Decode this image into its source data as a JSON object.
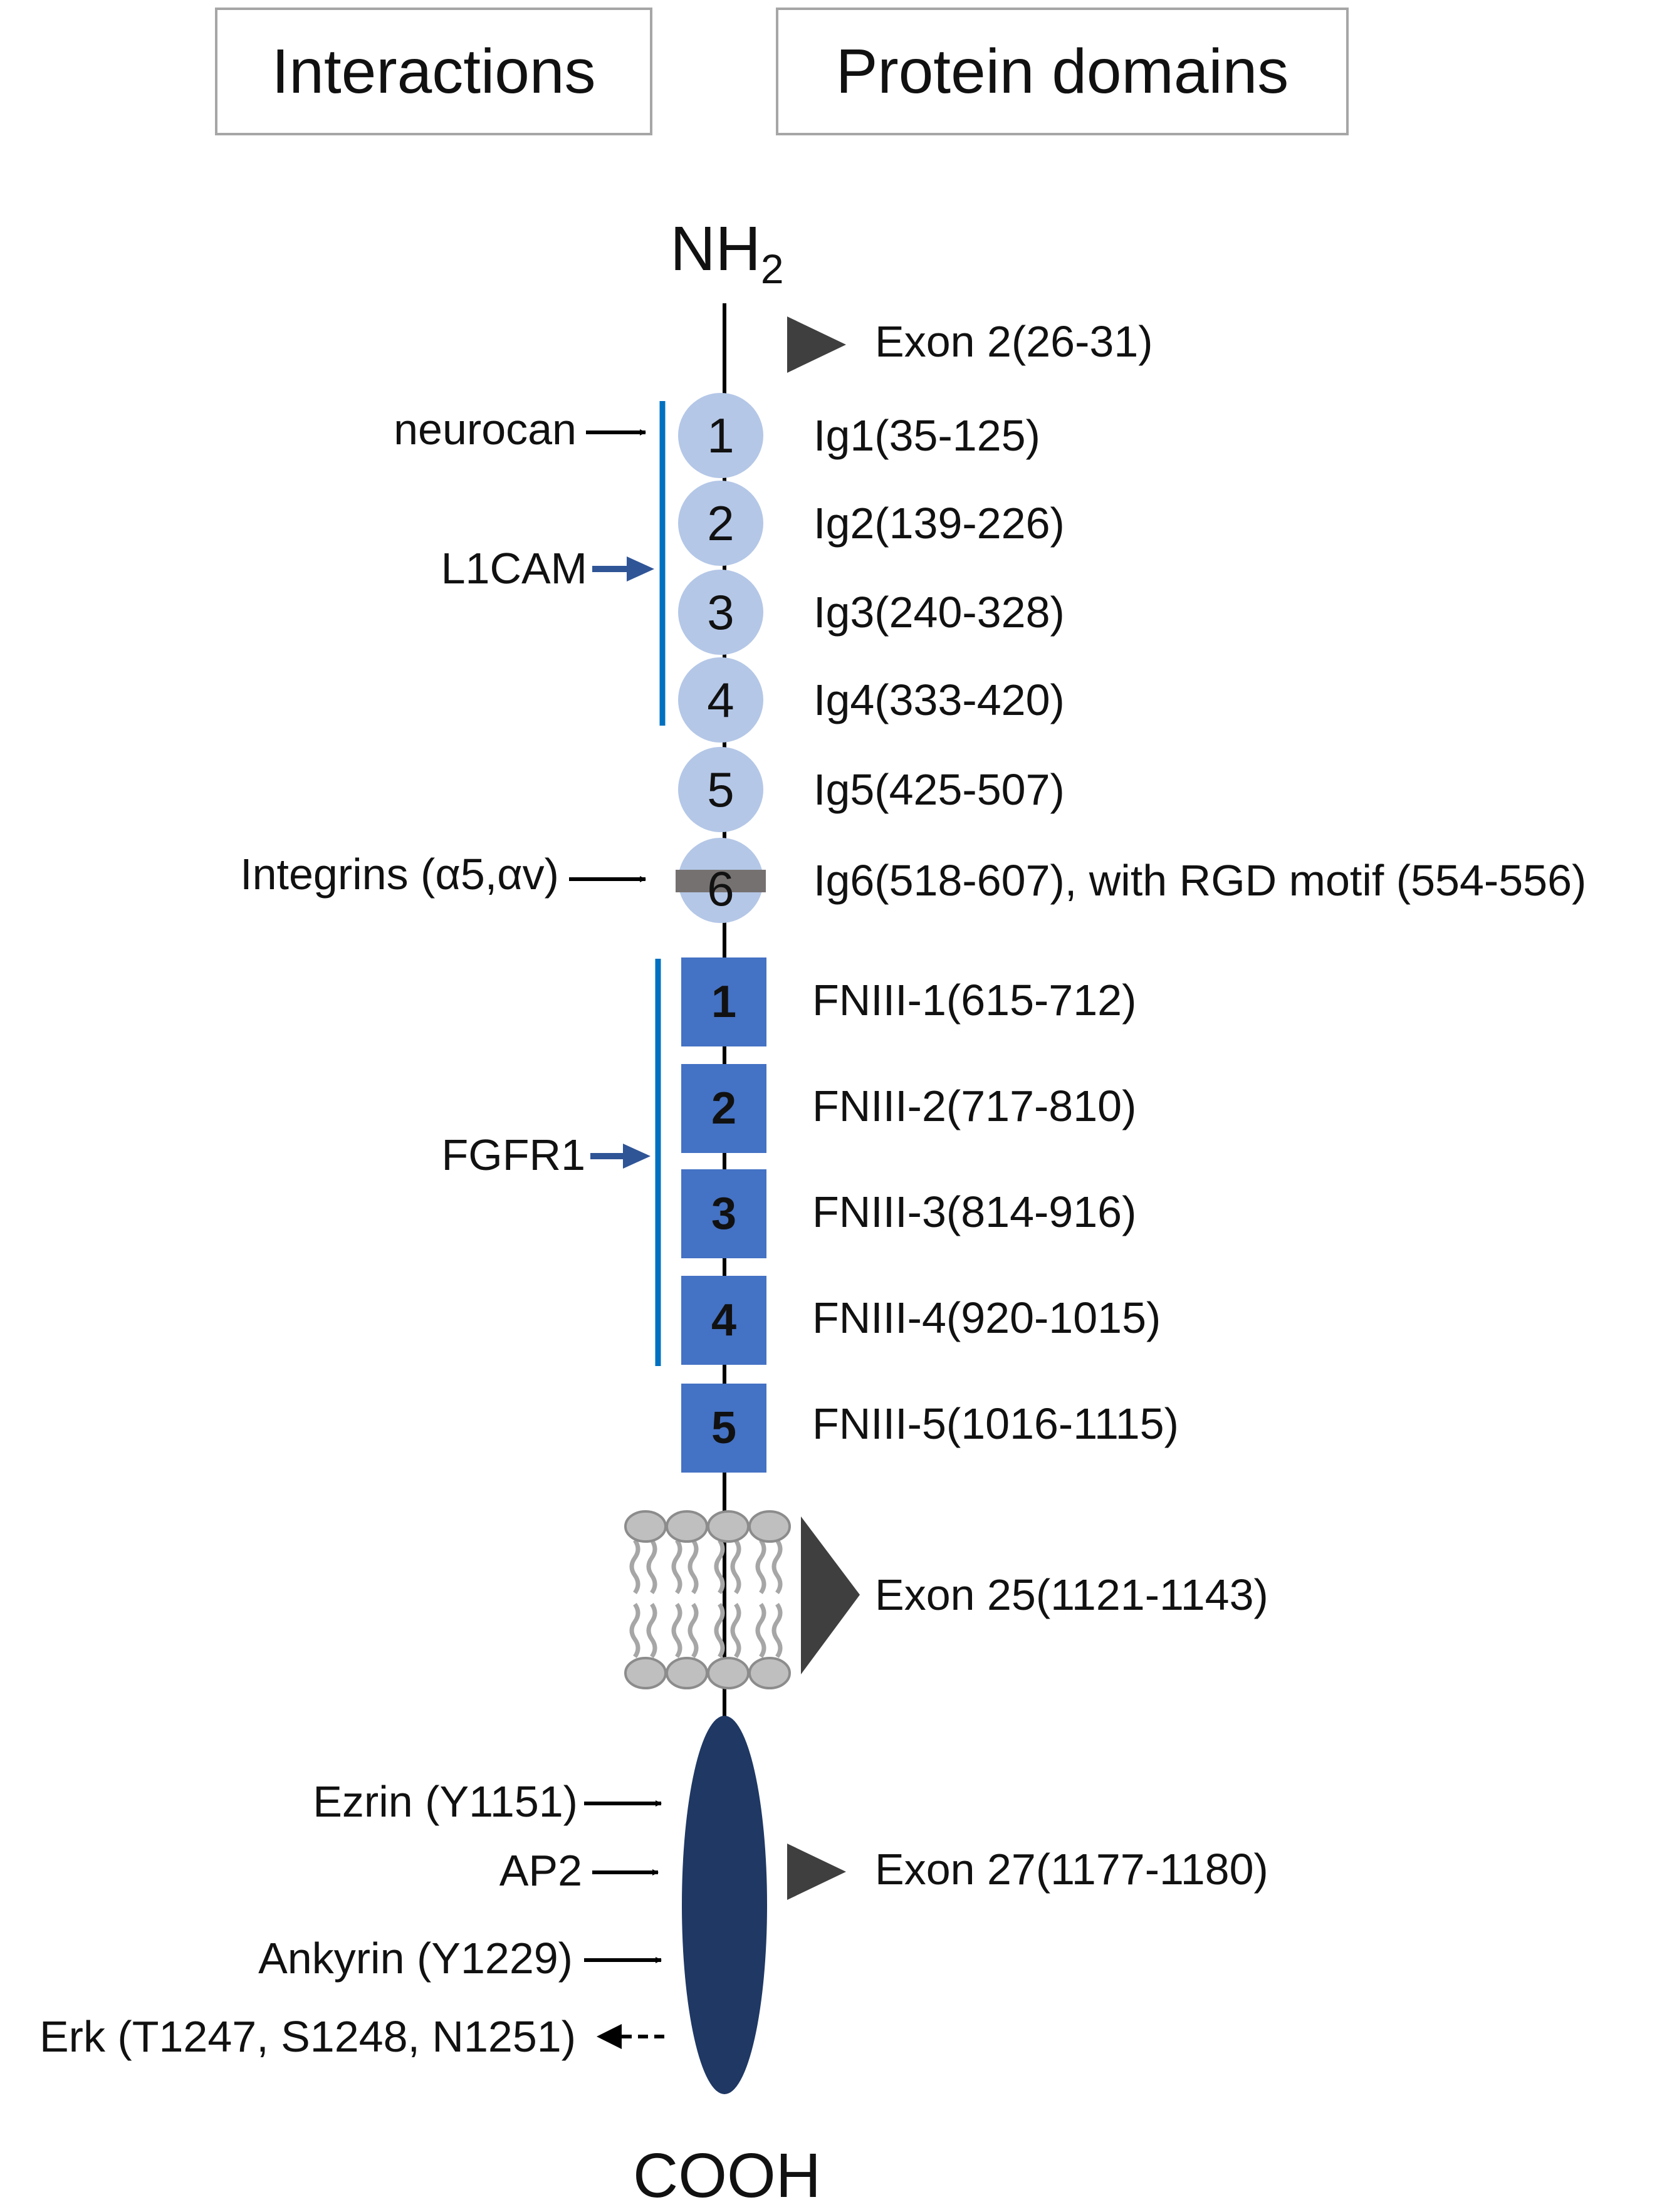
{
  "headers": {
    "interactions": "Interactions",
    "protein_domains": "Protein domains"
  },
  "termini": {
    "n_main": "NH",
    "n_sub": "2",
    "c": "COOH"
  },
  "exons": {
    "exon2": "Exon 2(26-31)",
    "exon25": "Exon 25(1121-1143)",
    "exon27": "Exon 27(1177-1180)"
  },
  "ig_domains": [
    {
      "number": "1",
      "label": "Ig1(35-125)"
    },
    {
      "number": "2",
      "label": "Ig2(139-226)"
    },
    {
      "number": "3",
      "label": "Ig3(240-328)"
    },
    {
      "number": "4",
      "label": "Ig4(333-420)"
    },
    {
      "number": "5",
      "label": "Ig5(425-507)"
    },
    {
      "number": "6",
      "label": "Ig6(518-607), with RGD motif (554-556)"
    }
  ],
  "fn_domains": [
    {
      "number": "1",
      "label": "FNIII-1(615-712)"
    },
    {
      "number": "2",
      "label": "FNIII-2(717-810)"
    },
    {
      "number": "3",
      "label": "FNIII-3(814-916)"
    },
    {
      "number": "4",
      "label": "FNIII-4(920-1015)"
    },
    {
      "number": "5",
      "label": "FNIII-5(1016-1115)"
    }
  ],
  "interactions": {
    "neurocan": "neurocan",
    "l1cam": "L1CAM",
    "integrins": "Integrins (α5,αv)",
    "fgfr1": "FGFR1",
    "ezrin": "Ezrin (Y1151)",
    "ap2": "AP2",
    "ankyrin": "Ankyrin (Y1229)",
    "erk": "Erk (T1247, S1248, N1251)"
  },
  "colors": {
    "ig_domain": "#b4c7e7",
    "fn_domain": "#4472c4",
    "cytoplasmic_domain": "#1f3864",
    "binding_bar": "#0070c0",
    "blue_arrow": "#2f5597",
    "black_arrow": "#000000",
    "exon_triangle": "#3f3f3f",
    "rgd_bar": "#767171",
    "membrane": "#a6a6a6",
    "header_border": "#a6a6a6"
  }
}
